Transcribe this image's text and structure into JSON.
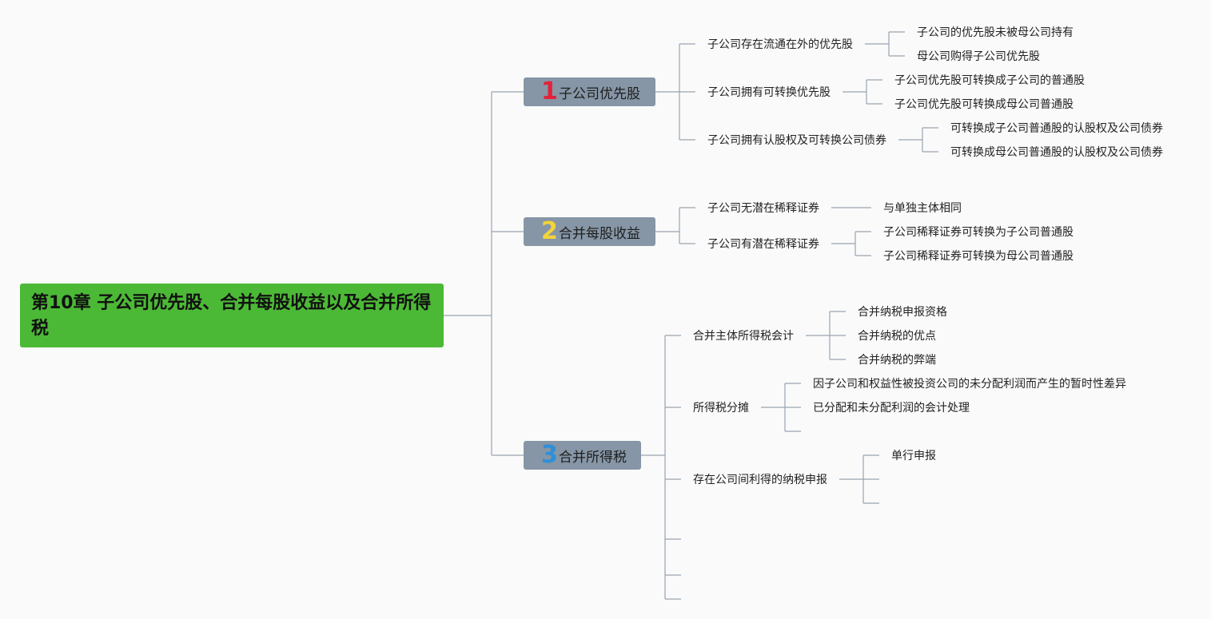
{
  "root": {
    "title": "第10章 子公司优先股、合并每股收益以及合并所得税"
  },
  "branches": [
    {
      "number": "1",
      "label": "子公司优先股",
      "color": "#e0233a",
      "children": [
        {
          "label": "子公司存在流通在外的优先股",
          "children": [
            "子公司的优先股未被母公司持有",
            "母公司购得子公司优先股"
          ]
        },
        {
          "label": "子公司拥有可转换优先股",
          "children": [
            "子公司优先股可转换成子公司的普通股",
            "子公司优先股可转换成母公司普通股"
          ]
        },
        {
          "label": "子公司拥有认股权及可转换公司债券",
          "children": [
            "可转换成子公司普通股的认股权及公司债券",
            "可转换成母公司普通股的认股权及公司债券"
          ]
        }
      ]
    },
    {
      "number": "2",
      "label": "合并每股收益",
      "color": "#f2d43b",
      "children": [
        {
          "label": "子公司无潜在稀释证券",
          "children": [
            "与单独主体相同"
          ]
        },
        {
          "label": "子公司有潜在稀释证券",
          "children": [
            "子公司稀释证券可转换为子公司普通股",
            "子公司稀释证券可转换为母公司普通股"
          ]
        }
      ]
    },
    {
      "number": "3",
      "label": "合并所得税",
      "color": "#2f8fd8",
      "children": [
        {
          "label": "合并主体所得税会计",
          "children": [
            "合并纳税申报资格",
            "合并纳税的优点",
            "合并纳税的弊端"
          ]
        },
        {
          "label": "所得税分摊",
          "children": [
            "因子公司和权益性被投资公司的未分配利润而产生的暂时性差异",
            "已分配和未分配利润的会计处理",
            ""
          ]
        },
        {
          "label": "存在公司间利得的纳税申报",
          "children": [
            "单行申报",
            "",
            ""
          ]
        },
        {
          "label": "",
          "children": []
        },
        {
          "label": "",
          "children": []
        },
        {
          "label": "",
          "children": []
        }
      ]
    }
  ]
}
